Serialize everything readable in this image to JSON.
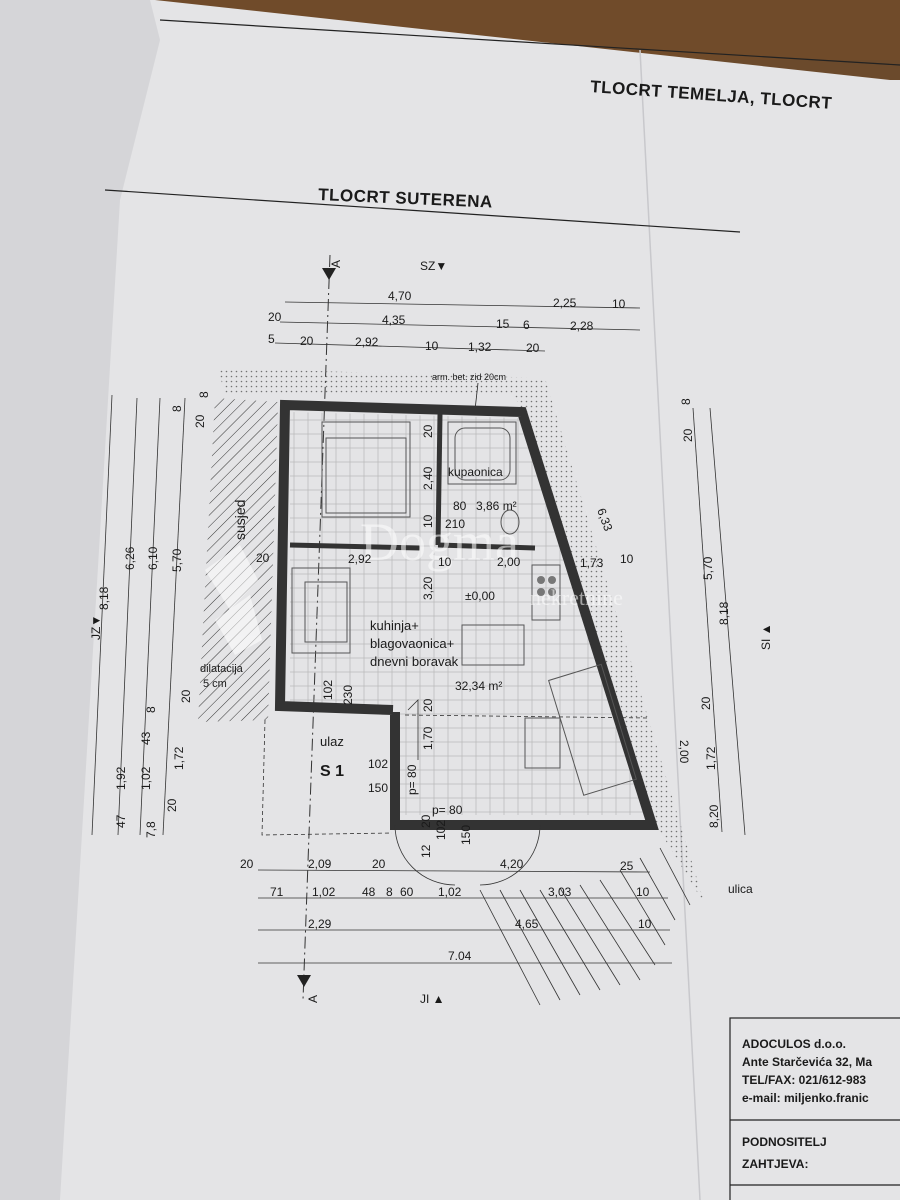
{
  "titles": {
    "top_right": "TLOCRT TEMELJA, TLOCRT",
    "main": "TLOCRT SUTERENA"
  },
  "orientation": {
    "north": "SZ▼",
    "south": "JI ▲",
    "west": "JZ▼",
    "east": "SI ▲",
    "section_top": "A",
    "section_bottom": "A",
    "street": "ulica"
  },
  "rooms": {
    "bath_name": "kupaonica",
    "bath_area": "3,86 m²",
    "kitchen_l1": "kuhinja+",
    "kitchen_l2": "blagovaonica+",
    "kitchen_l3": "dnevni boravak",
    "kitchen_area": "32,34 m²",
    "entrance": "ulaz",
    "entrance_code": "S 1",
    "level": "±0,00",
    "neighbour": "susjed",
    "dilatation_l1": "dilatacija",
    "dilatation_l2": "5 cm",
    "wall_note": "arm. bet. zid 20cm"
  },
  "dims_top": {
    "r1_a": "4,70",
    "r1_b": "2,25",
    "r1_c": "10",
    "r2_a": "20",
    "r2_b": "4,35",
    "r2_c": "15",
    "r2_d": "6",
    "r2_e": "2,28",
    "r3_a": "5",
    "r3_b": "20",
    "r3_c": "2,92",
    "r3_d": "10",
    "r3_e": "1,32",
    "r3_f": "20"
  },
  "dims_left": {
    "a1": "8,18",
    "a2": "6,26",
    "a3": "6,10",
    "a4": "5,70",
    "a5": "8",
    "a6": "20",
    "a7": "8",
    "b1": "1,92",
    "b2": "47",
    "b3": "1,02",
    "b4": "43",
    "b5": "8",
    "b6": "20",
    "b7": "1,72",
    "b8": "20",
    "b9": "7,8"
  },
  "dims_right": {
    "a1": "20",
    "a2": "8",
    "a3": "5,70",
    "a4": "8,18",
    "a5": "20",
    "a6": "1,72",
    "a7": "8,20",
    "diag": "6,33",
    "b1": "2,00"
  },
  "dims_inner": {
    "w1": "2,92",
    "w2": "10",
    "w3": "2,00",
    "w4": "1,73",
    "w5": "10",
    "w6": "20",
    "h1": "20",
    "h2": "2,40",
    "h3": "10",
    "h4": "3,20",
    "h5": "80",
    "h6": "210",
    "d1": "102",
    "d2": "230",
    "d3": "20",
    "d4": "1,70",
    "d5": "102",
    "d6": "150",
    "d7": "p= 80",
    "d8": "p= 80",
    "d9": "12",
    "d10": "20",
    "d11": "102",
    "d12": "150"
  },
  "dims_bottom": {
    "r1_a": "20",
    "r1_b": "2,09",
    "r1_c": "20",
    "r1_d": "4,20",
    "r1_e": "25",
    "r2_a": "71",
    "r2_b": "1,02",
    "r2_c": "48",
    "r2_d": "8",
    "r2_e": "60",
    "r2_f": "1,02",
    "r2_g": "3,03",
    "r2_h": "10",
    "r3_a": "2,29",
    "r3_b": "4,65",
    "r3_c": "10",
    "r4_a": "7.04"
  },
  "watermark": {
    "line1": "Dogma",
    "line2": "nekretnine"
  },
  "title_block": {
    "company": "ADOCULOS d.o.o.",
    "address": "Ante Starčevića 32, Ma",
    "phone": "TEL/FAX: 021/612-983",
    "email": "e-mail: miljenko.franic",
    "applicant_l1": "PODNOSITELJ",
    "applicant_l2": "ZAHTJEVA:"
  },
  "colors": {
    "paper": "#e4e4e6",
    "wood": "#6b4a2c",
    "ink": "#1a1a1a"
  }
}
